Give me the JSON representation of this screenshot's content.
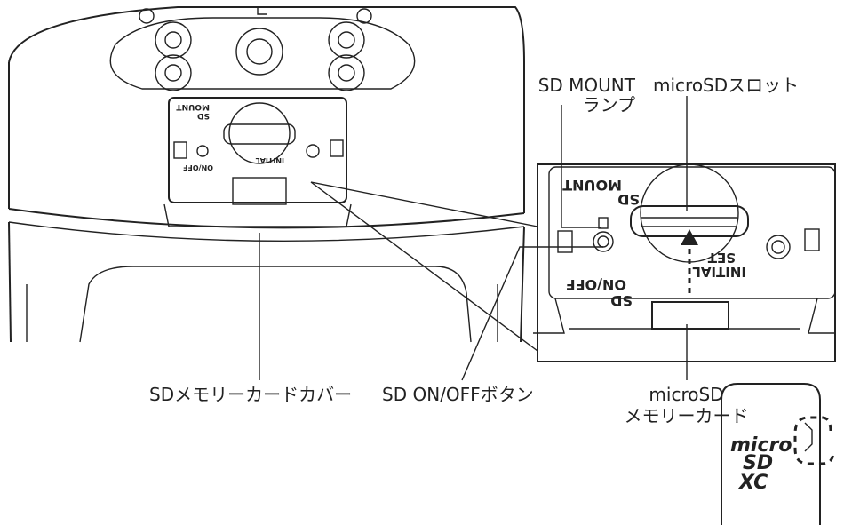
{
  "labels": {
    "sd_mount_lamp_line1": "SD MOUNT",
    "sd_mount_lamp_line2": "ランプ",
    "microsd_slot": "microSDスロット",
    "sd_card_cover": "SDメモリーカードカバー",
    "sd_onoff_button": "SD ON/OFFボタン",
    "microsd_card_line1": "microSD",
    "microsd_card_line2": "メモリーカード"
  },
  "panel_marks": {
    "sd": "SD",
    "mount": "MOUNT",
    "on_off": "ON/OFF",
    "initial": "INITIAL",
    "set": "SET"
  },
  "logo": {
    "micro": "micro",
    "sd": "SD",
    "xc": "XC"
  }
}
